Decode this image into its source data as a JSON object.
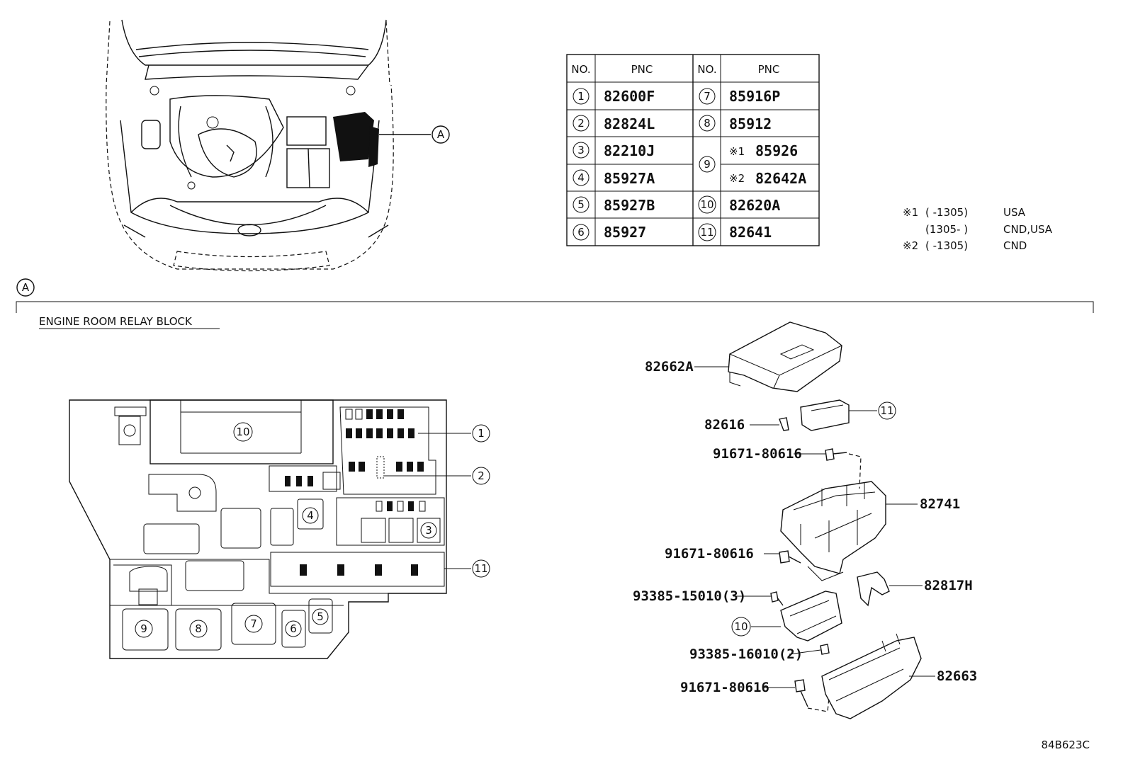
{
  "table": {
    "headers": [
      "NO.",
      "PNC",
      "NO.",
      "PNC"
    ],
    "rows_left": [
      {
        "no": "1",
        "pnc": "82600F"
      },
      {
        "no": "2",
        "pnc": "82824L"
      },
      {
        "no": "3",
        "pnc": "82210J"
      },
      {
        "no": "4",
        "pnc": "85927A"
      },
      {
        "no": "5",
        "pnc": "85927B"
      },
      {
        "no": "6",
        "pnc": "85927"
      }
    ],
    "rows_right": [
      {
        "no": "7",
        "pnc": "85916P"
      },
      {
        "no": "8",
        "pnc": "85912"
      },
      {
        "no": "9",
        "pnc_a_mark": "※1",
        "pnc_a": "85926",
        "pnc_b_mark": "※2",
        "pnc_b": "82642A"
      },
      {
        "no": "10",
        "pnc": "82620A"
      },
      {
        "no": "11",
        "pnc": "82641"
      }
    ]
  },
  "notes": [
    {
      "mark": "※1",
      "range": "(        -1305)",
      "region": "USA"
    },
    {
      "mark": "",
      "range": "(1305-        )",
      "region": "CND,USA"
    },
    {
      "mark": "※2",
      "range": "(        -1305)",
      "region": "CND"
    }
  ],
  "view_a": {
    "marker": "A",
    "section_label": "ENGINE ROOM RELAY BLOCK"
  },
  "engine_bay": {
    "callout": "A"
  },
  "relay_block_callouts": [
    "1",
    "2",
    "3",
    "4",
    "5",
    "6",
    "7",
    "8",
    "9",
    "10",
    "11"
  ],
  "part_labels": {
    "cover": "82662A",
    "clip": "82616",
    "bolt_top": "91671-80616",
    "housing": "82741",
    "bolt_mid": "91671-80616",
    "bracket": "82817H",
    "screw_3": "93385-15010(3)",
    "item_10": "10",
    "screw_2": "93385-16010(2)",
    "bolt_bottom": "91671-80616",
    "lower_case": "82663",
    "item_11": "11"
  },
  "drawing_code": "84B623C"
}
